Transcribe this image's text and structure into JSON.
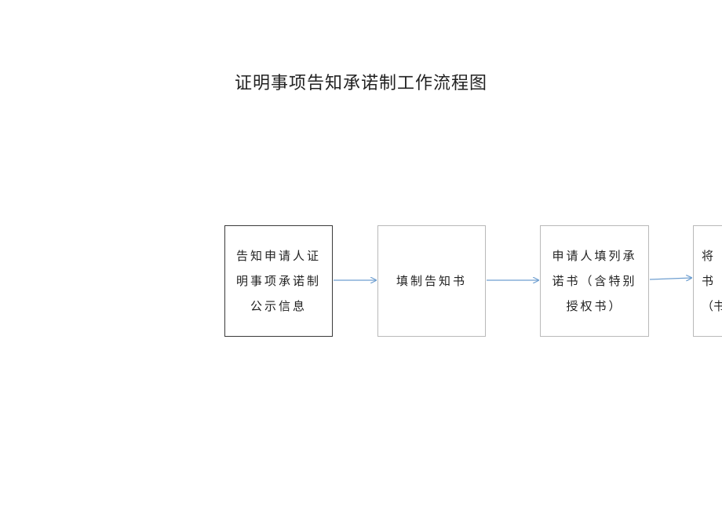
{
  "diagram": {
    "title": "证明事项告知承诺制工作流程图",
    "steps": [
      {
        "label": "告知申请人证明事项承诺制公示信息"
      },
      {
        "label": "填制告知书"
      },
      {
        "label": "申请人填列承诺书（含特别授权书）"
      },
      {
        "label": "将书（书）"
      }
    ],
    "colors": {
      "arrow": "#6f9fd0",
      "border_primary": "#3a3a3a",
      "border_secondary": "#b9b9b9"
    }
  }
}
